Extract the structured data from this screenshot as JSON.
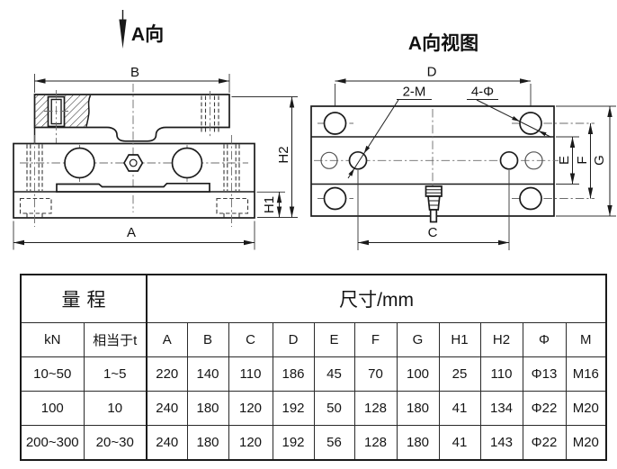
{
  "side_view": {
    "view_arrow_label": "A向",
    "dim_b": "B",
    "dim_a": "A",
    "dim_h1": "H1",
    "dim_h2": "H2"
  },
  "top_view": {
    "title": "A向视图",
    "dim_d": "D",
    "dim_c": "C",
    "dim_e": "E",
    "dim_f": "F",
    "dim_g": "G",
    "thread_callout": "2-M",
    "hole_callout": "4-Φ"
  },
  "table": {
    "range_header": "量程",
    "size_header": "尺寸/mm",
    "sub_headers": [
      "kN",
      "相当于t",
      "A",
      "B",
      "C",
      "D",
      "E",
      "F",
      "G",
      "H1",
      "H2",
      "Φ",
      "M"
    ],
    "rows": [
      [
        "10~50",
        "1~5",
        "220",
        "140",
        "110",
        "186",
        "45",
        "70",
        "100",
        "25",
        "110",
        "Φ13",
        "M16"
      ],
      [
        "100",
        "10",
        "240",
        "180",
        "120",
        "192",
        "50",
        "128",
        "180",
        "41",
        "134",
        "Φ22",
        "M20"
      ],
      [
        "200~300",
        "20~30",
        "240",
        "180",
        "120",
        "192",
        "56",
        "128",
        "180",
        "41",
        "143",
        "Φ22",
        "M20"
      ]
    ]
  }
}
